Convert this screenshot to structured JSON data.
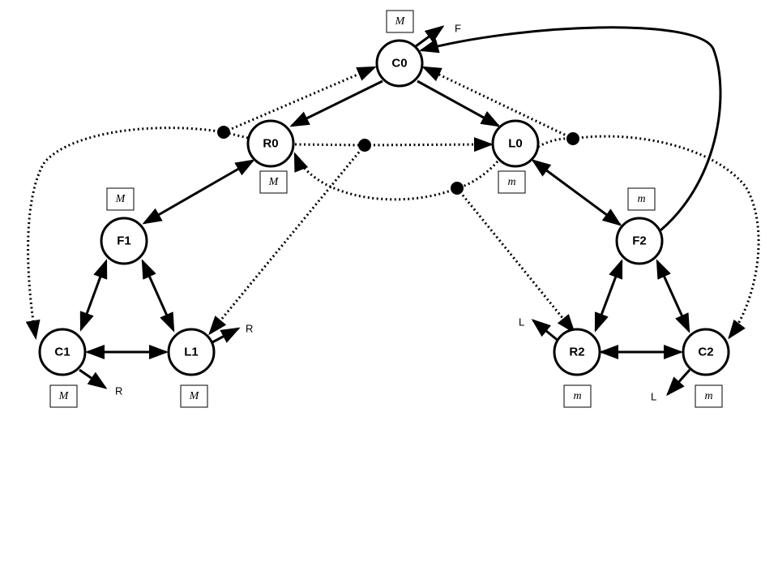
{
  "nodes": [
    {
      "id": "C0",
      "label": "C0",
      "box_label": "M"
    },
    {
      "id": "R0",
      "label": "R0",
      "box_label": "M"
    },
    {
      "id": "L0",
      "label": "L0",
      "box_label": "m"
    },
    {
      "id": "F1",
      "label": "F1",
      "box_label": "M"
    },
    {
      "id": "C1",
      "label": "C1",
      "box_label": "M"
    },
    {
      "id": "L1",
      "label": "L1",
      "box_label": "M"
    },
    {
      "id": "F2",
      "label": "F2",
      "box_label": "m"
    },
    {
      "id": "R2",
      "label": "R2",
      "box_label": "m"
    },
    {
      "id": "C2",
      "label": "C2",
      "box_label": "m"
    }
  ],
  "solid_edges": [
    {
      "from": "C0",
      "to": "R0",
      "direction": "forward"
    },
    {
      "from": "C0",
      "to": "L0",
      "direction": "forward"
    },
    {
      "from": "R0",
      "to": "F1",
      "direction": "both"
    },
    {
      "from": "L0",
      "to": "F2",
      "direction": "both"
    },
    {
      "from": "F1",
      "to": "C1",
      "direction": "both"
    },
    {
      "from": "F1",
      "to": "L1",
      "direction": "both"
    },
    {
      "from": "C1",
      "to": "L1",
      "direction": "both"
    },
    {
      "from": "F2",
      "to": "R2",
      "direction": "both"
    },
    {
      "from": "F2",
      "to": "C2",
      "direction": "both"
    },
    {
      "from": "R2",
      "to": "C2",
      "direction": "both"
    },
    {
      "from": "F2",
      "to": "C0",
      "direction": "forward",
      "curved": true
    }
  ],
  "dotted_edges": [
    {
      "from": "R0",
      "to": "C0",
      "via_junction": 1
    },
    {
      "from": "R0",
      "to": "C1",
      "via_junction": 1
    },
    {
      "from": "L0",
      "to": "C0",
      "via_junction": 2
    },
    {
      "from": "L0",
      "to": "C2",
      "via_junction": 2
    },
    {
      "from": "R0",
      "to": "L0",
      "via_junction": 3
    },
    {
      "from": "R0",
      "to": "L1",
      "via_junction": 3
    },
    {
      "from": "L0",
      "to": "R0",
      "via_junction": 4
    },
    {
      "from": "L0",
      "to": "R2",
      "via_junction": 4
    }
  ],
  "stub_labels": {
    "c0_out": "F",
    "c1_out": "R",
    "l1_out": "R",
    "r2_out": "L",
    "c2_out": "L"
  },
  "colors": {
    "stroke": "#000000",
    "background": "#ffffff"
  }
}
